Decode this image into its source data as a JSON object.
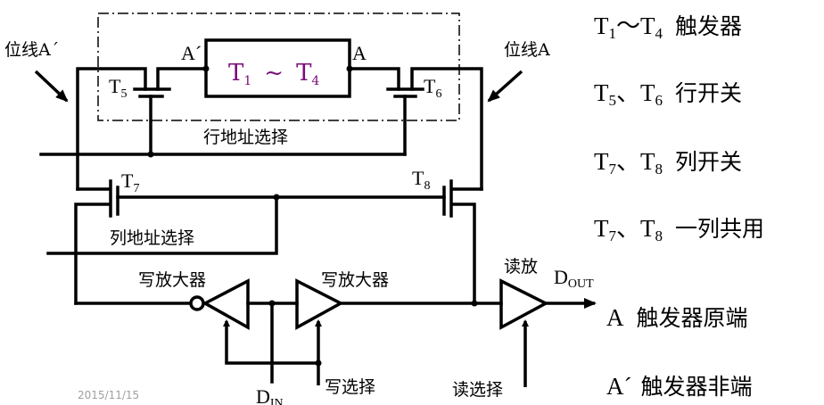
{
  "colors": {
    "wire": "#000000",
    "core_label": "#7a0a7a",
    "date": "#a0a0a0"
  },
  "core": {
    "t": "T",
    "s1": "1",
    "tilde": "~",
    "s4": "4"
  },
  "labels": {
    "a_prime": "A´",
    "a": "A",
    "bitline_a_prime": "位线A´",
    "bitline_a": "位线A",
    "t5": {
      "t": "T",
      "s": "5"
    },
    "t6": {
      "t": "T",
      "s": "6"
    },
    "t7": {
      "t": "T",
      "s": "7"
    },
    "t8": {
      "t": "T",
      "s": "8"
    },
    "row_select": "行地址选择",
    "col_select": "列地址选择",
    "write_amp_left": "写放大器",
    "write_amp_right": "写放大器",
    "read_amp": "读放",
    "dout": {
      "t": "D",
      "s": "OUT"
    },
    "din": {
      "t": "D",
      "s": "IN"
    },
    "write_select": "写选择",
    "read_select": "读选择",
    "date": "2015/11/15"
  },
  "legend": [
    {
      "a": "T",
      "as": "1",
      "sep": "～",
      "b": "T",
      "bs": "4",
      "desc": "触发器"
    },
    {
      "a": "T",
      "as": "5",
      "sep": "、",
      "b": "T",
      "bs": "6",
      "desc": "行开关"
    },
    {
      "a": "T",
      "as": "7",
      "sep": "、",
      "b": "T",
      "bs": "8",
      "desc": "列开关"
    },
    {
      "a": "T",
      "as": "7",
      "sep": "、",
      "b": "T",
      "bs": "8",
      "desc": "一列共用"
    },
    {
      "a": "A",
      "desc": "触发器原端"
    },
    {
      "a": "A´",
      "desc": "触发器非端"
    }
  ]
}
